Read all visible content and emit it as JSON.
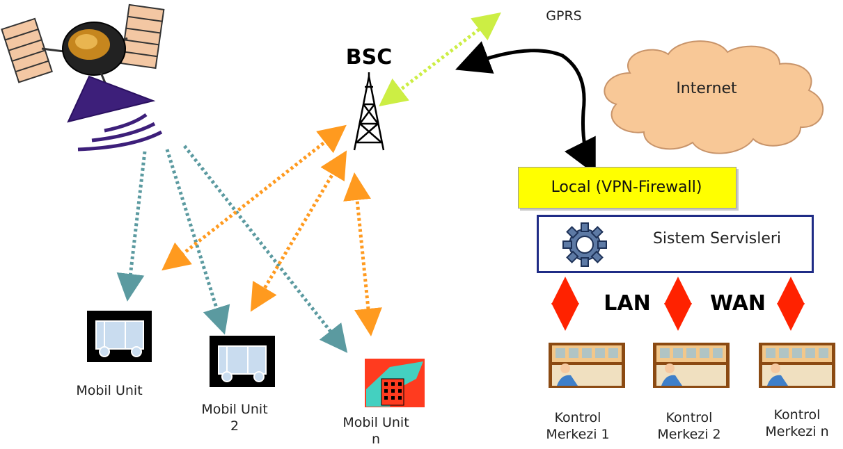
{
  "labels": {
    "gprs": "GPRS",
    "bsc": "BSC",
    "internet": "Internet",
    "firewall": "Local (VPN-Firewall)",
    "services": "Sistem Servisleri",
    "lan": "LAN",
    "wan": "WAN"
  },
  "mobile_units": [
    {
      "line1": "Mobil Unit",
      "line2": ""
    },
    {
      "line1": "Mobil Unit",
      "line2": "2"
    },
    {
      "line1": "Mobil Unit",
      "line2": "n"
    }
  ],
  "control_centers": [
    {
      "line1": "Kontrol",
      "line2": "Merkezi 1"
    },
    {
      "line1": "Kontrol",
      "line2": "Merkezi 2"
    },
    {
      "line1": "Kontrol",
      "line2": "Merkezi n"
    }
  ],
  "colors": {
    "satellite_link": "#5b9aa0",
    "bsc_link": "#ff9a1f",
    "gprs_link": "#ccee44",
    "lan_arrow": "#ff2200",
    "firewall_fill": "#ffff00",
    "services_border": "#1f2c86"
  }
}
